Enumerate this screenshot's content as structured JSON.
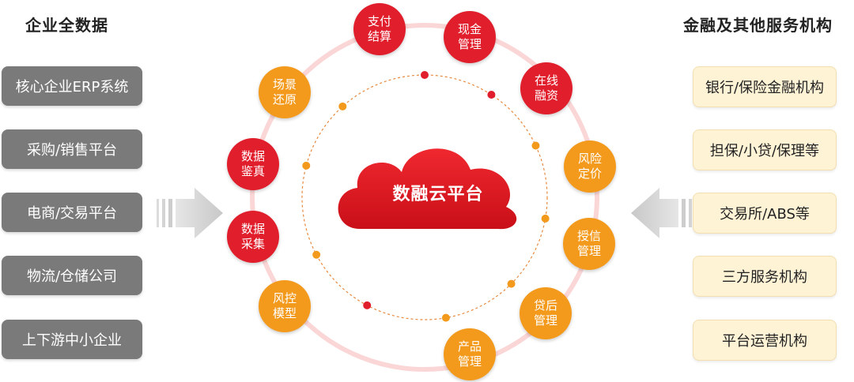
{
  "left": {
    "title": "企业全数据",
    "items": [
      "核心企业ERP系统",
      "采购/销售平台",
      "电商/交易平台",
      "物流/仓储公司",
      "上下游中小企业"
    ]
  },
  "right": {
    "title": "金融及其他服务机构",
    "items": [
      "银行/保险金融机构",
      "担保/小贷/保理等",
      "交易所/ABS等",
      "三方服务机构",
      "平台运营机构"
    ]
  },
  "center": {
    "label": "数融云平台"
  },
  "nodes": [
    {
      "label": "支付结算",
      "color": "red"
    },
    {
      "label": "现金管理",
      "color": "red"
    },
    {
      "label": "在线融资",
      "color": "red"
    },
    {
      "label": "风险定价",
      "color": "orange"
    },
    {
      "label": "授信管理",
      "color": "orange"
    },
    {
      "label": "贷后管理",
      "color": "orange"
    },
    {
      "label": "产品管理",
      "color": "orange"
    },
    {
      "label": "风控模型",
      "color": "orange"
    },
    {
      "label": "数据采集",
      "color": "red"
    },
    {
      "label": "数据鉴真",
      "color": "red"
    },
    {
      "label": "场景还原",
      "color": "orange"
    }
  ],
  "colors": {
    "red": "#e11e2b",
    "orange": "#f39a1c",
    "grey_box": "#7a7a7a",
    "cream_box": "#fff3d6"
  }
}
